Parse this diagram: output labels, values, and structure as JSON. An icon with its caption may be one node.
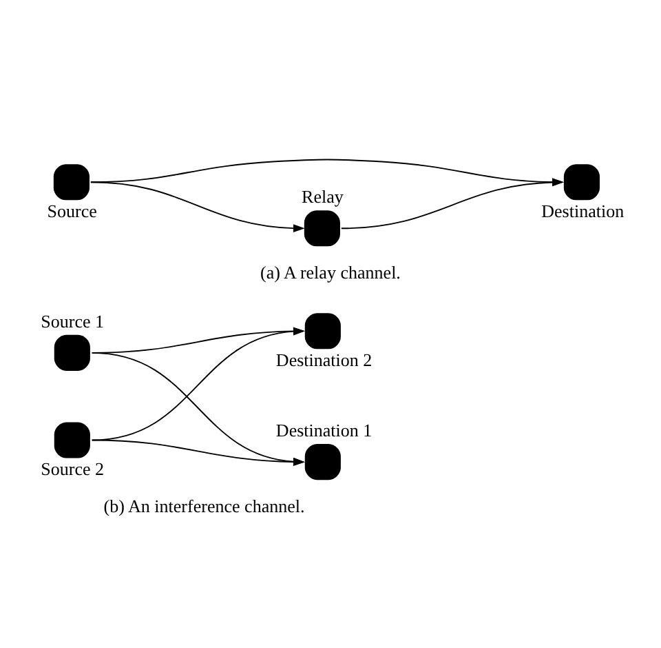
{
  "diagram": {
    "nodes": [
      {
        "text": [
          "Relay"
        ]
      },
      {
        "text": [
          "Source"
        ]
      },
      {
        "text": [
          "Destination"
        ]
      },
      {
        "text": [
          "Source 1"
        ]
      },
      {
        "text": [
          "Destination 1"
        ]
      },
      {
        "text": [
          "Source 2"
        ]
      },
      {
        "text": [
          "Destination 2"
        ]
      }
    ],
    "edges": [
      {
        "from": 1,
        "to": 0,
        "arrow": "to"
      },
      {
        "from": 0,
        "to": 2,
        "arrow": "to"
      },
      {
        "from": 1,
        "to": 2,
        "arrow": "to"
      },
      {
        "from": 3,
        "to": 4,
        "arrow": "to"
      },
      {
        "from": 3,
        "to": 6,
        "arrow": "to"
      },
      {
        "from": 5,
        "to": 4,
        "arrow": "to"
      },
      {
        "from": 5,
        "to": 6,
        "arrow": "to"
      }
    ],
    "labels": [
      "(a) A relay channel.",
      "(b) An interference channel."
    ]
  }
}
